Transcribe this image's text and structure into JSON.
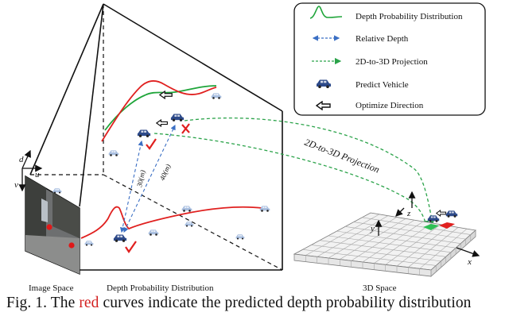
{
  "legend": {
    "items": [
      {
        "label": "Depth Probability  Distribution"
      },
      {
        "label": "Relative Depth"
      },
      {
        "label": "2D-to-3D Projection"
      },
      {
        "label": "Predict Vehicle"
      },
      {
        "label": "Optimize Direction"
      }
    ]
  },
  "axes": {
    "u": "u",
    "v": "v",
    "d": "d",
    "x3": "x",
    "y3": "y",
    "z3": "z"
  },
  "annotations": {
    "projection": "2D-to-3D Projection",
    "dist_30": "30(m)",
    "dist_40": "40(m)"
  },
  "panel_labels": {
    "image_space": "Image Space",
    "depth_dist": "Depth Probability Distribution",
    "space_3d": "3D Space"
  },
  "caption": {
    "prefix": "Fig. 1.   The ",
    "highlight": "red",
    "suffix": " curves indicate the predicted depth probability distribution"
  },
  "colors": {
    "red_curve": "#e0201f",
    "green_curve": "#1fa53a",
    "relative_depth": "#3b6fc4",
    "projection": "#2ba34a",
    "vehicle": "#2d4a8a",
    "ghost_vehicle": "#a9bfe0"
  }
}
